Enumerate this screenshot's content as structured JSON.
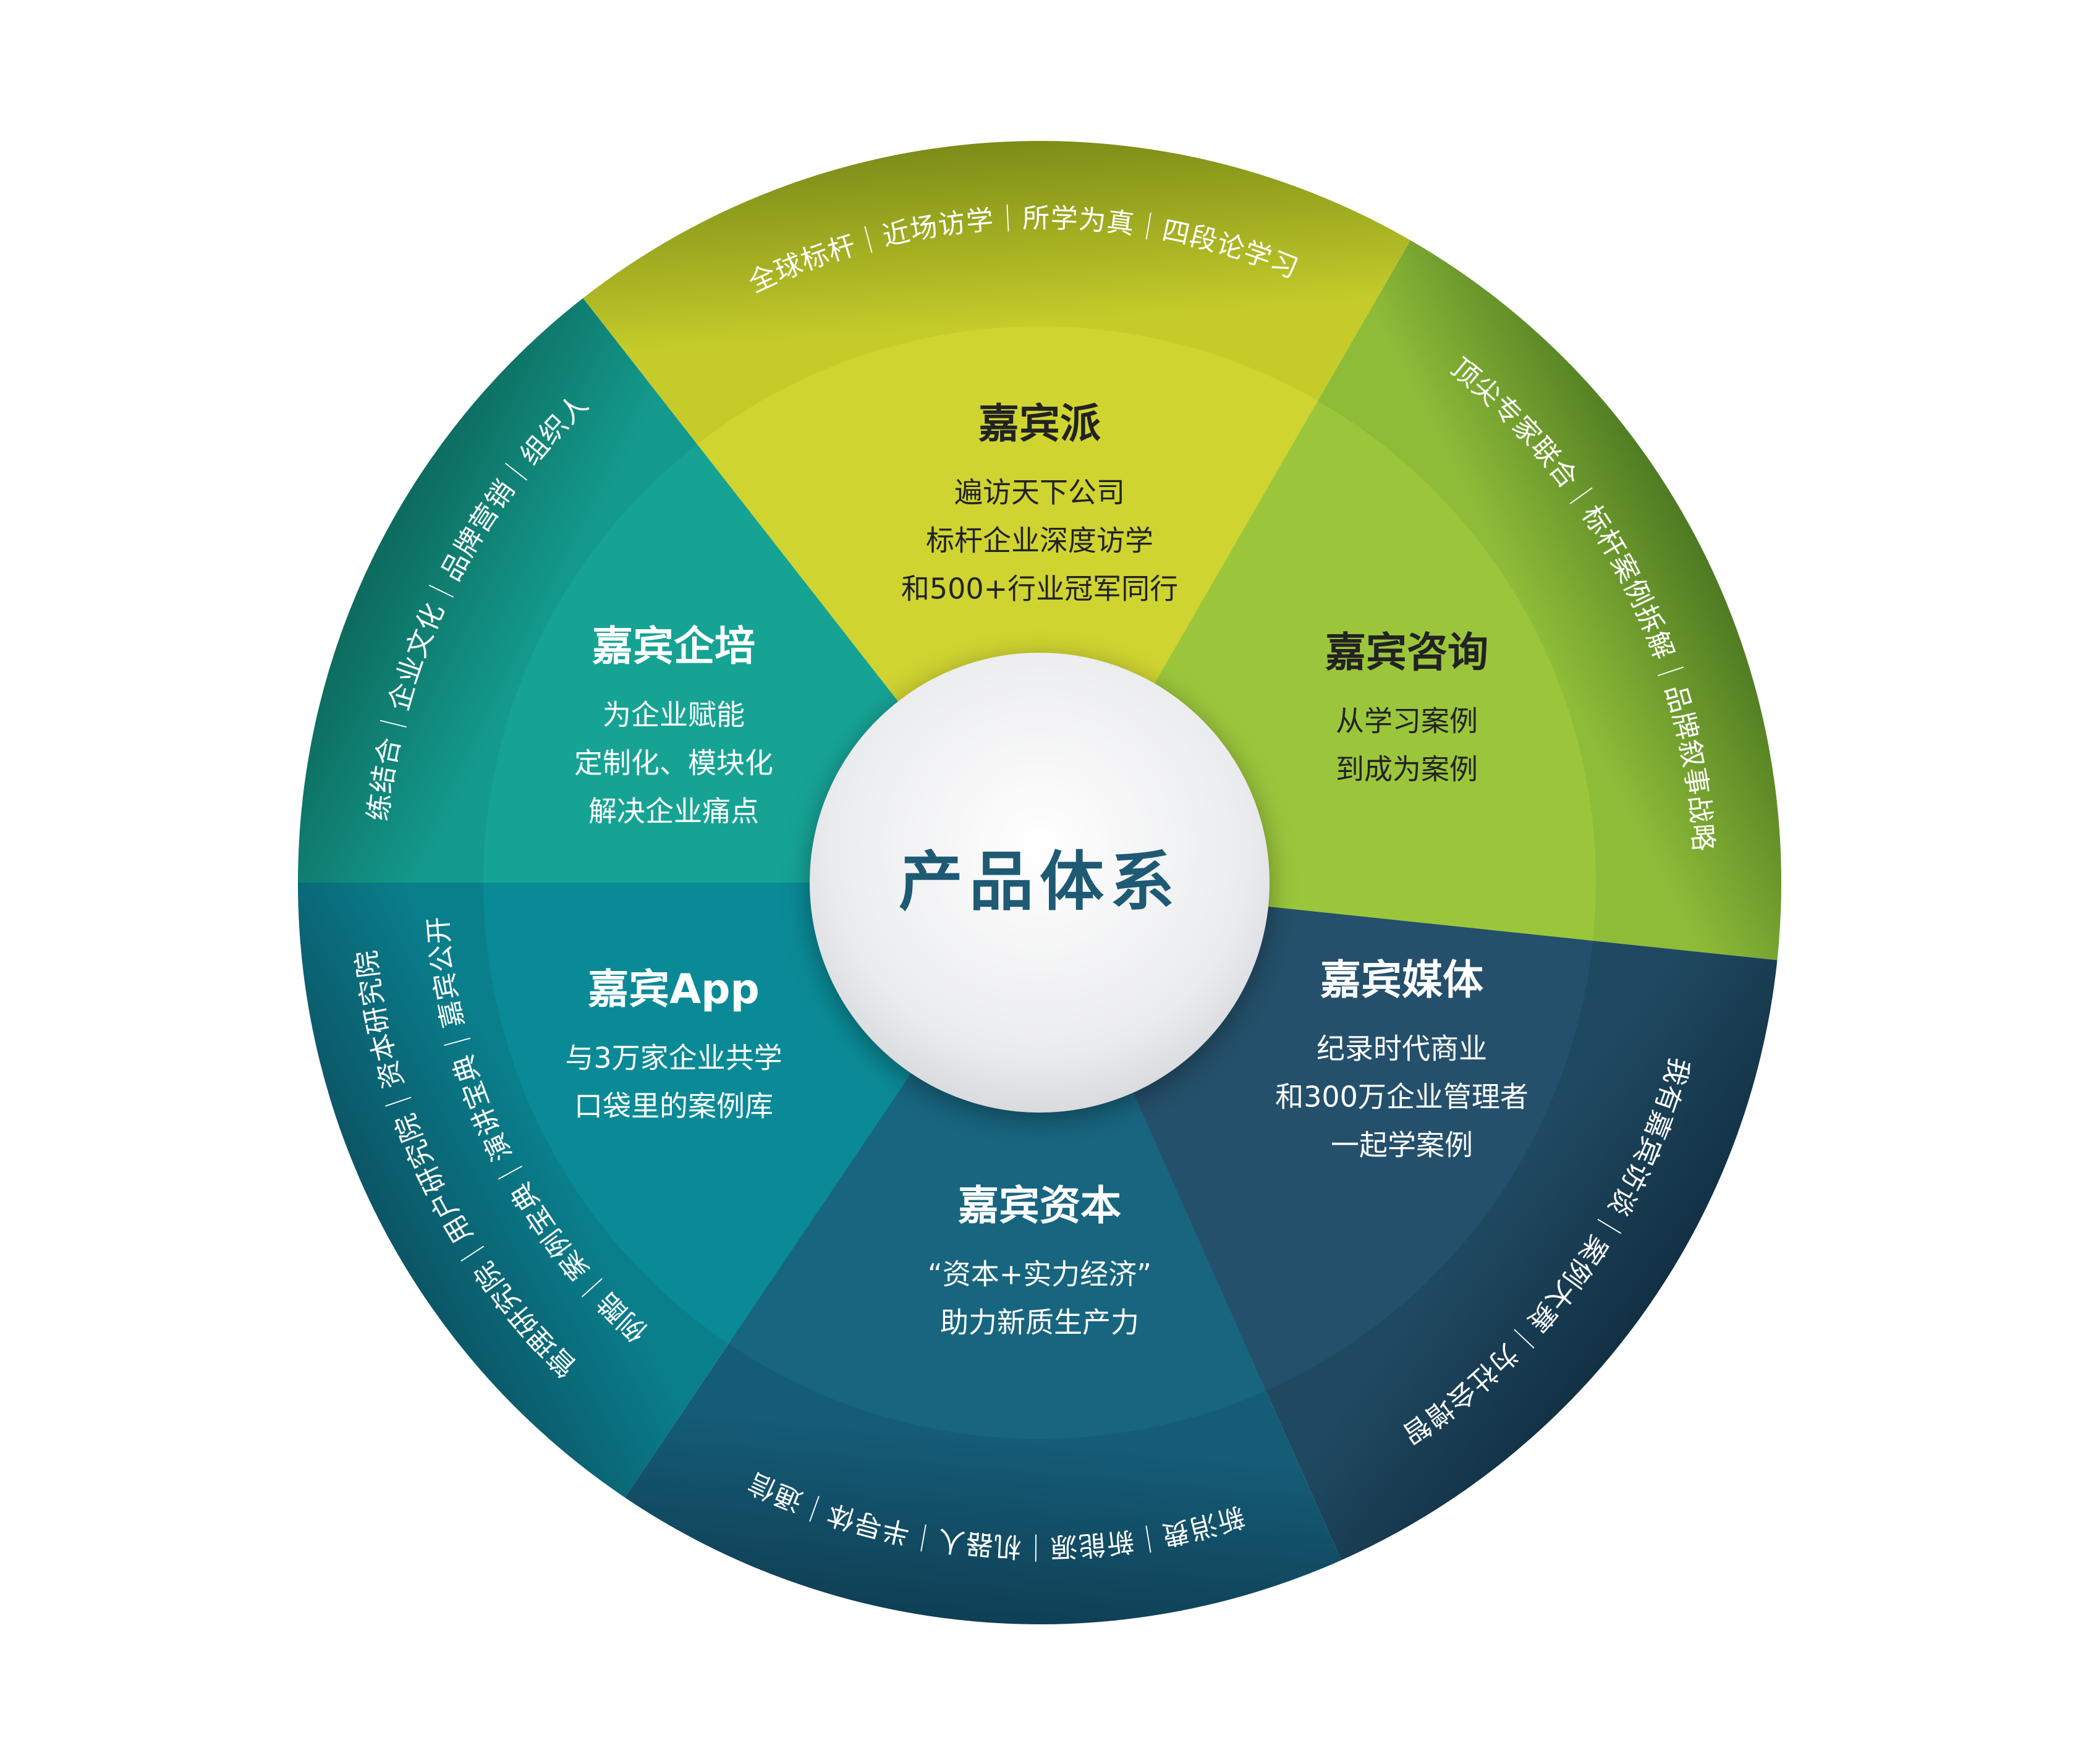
{
  "center": {
    "title": "产品体系",
    "color": "#1e5a73"
  },
  "segments": [
    {
      "id": "pai",
      "title": "嘉宾派",
      "lines": [
        "遍访天下公司",
        "标杆企业深度访学",
        "和500+行业冠军同行"
      ],
      "ring_text": "全球标杆｜近场访学｜所学为真｜四段论学习",
      "colors": {
        "inner": "#cfd431",
        "outer_from": "#c5cc2a",
        "outer_to": "#7c8c18",
        "text": "#222222"
      }
    },
    {
      "id": "zixun",
      "title": "嘉宾咨询",
      "lines": [
        "从学习案例",
        "到成为案例"
      ],
      "ring_text": "顶尖专家联合｜标杆案例拆解｜品牌叙事战略",
      "colors": {
        "inner": "#9bc63b",
        "outer_from": "#8ebc38",
        "outer_to": "#4e7a22",
        "text": "#222222"
      }
    },
    {
      "id": "meiti",
      "title": "嘉宾媒体",
      "lines": [
        "纪录时代商业",
        "和300万企业管理者",
        "一起学案例"
      ],
      "ring_text": "我有嘉宾访谈｜案例大赛｜为社会增智",
      "colors": {
        "inner": "#24506b",
        "outer_from": "#1f4961",
        "outer_to": "#123044",
        "text": "#ffffff"
      }
    },
    {
      "id": "ziben",
      "title": "嘉宾资本",
      "lines": [
        "“资本+实力经济”",
        "助力新质生产力"
      ],
      "ring_text": "新消费｜新能源｜机器人｜半导体｜通信",
      "colors": {
        "inner": "#18657f",
        "outer_from": "#155c76",
        "outer_to": "#0f3f55",
        "text": "#ffffff"
      }
    },
    {
      "id": "app",
      "title": "嘉宾App",
      "lines": [
        "与3万家企业共学",
        "口袋里的案例库"
      ],
      "ring_text_lines": [
        "案例酷｜案例宝典｜演讲宝典｜嘉宾公开课",
        "管理研究院｜用户研究院｜资本研究院"
      ],
      "colors": {
        "inner": "#0a8a96",
        "outer_from": "#0a7f8c",
        "outer_to": "#0b5566",
        "text": "#ffffff"
      }
    },
    {
      "id": "qipei",
      "title": "嘉宾企培",
      "lines": [
        "为企业赋能",
        "定制化、模块化",
        "解决企业痛点"
      ],
      "ring_text": "训练结合｜企业文化｜品牌营销｜组织人力",
      "colors": {
        "inner": "#16a394",
        "outer_from": "#139a8c",
        "outer_to": "#0d6a5e",
        "text": "#ffffff"
      }
    }
  ]
}
